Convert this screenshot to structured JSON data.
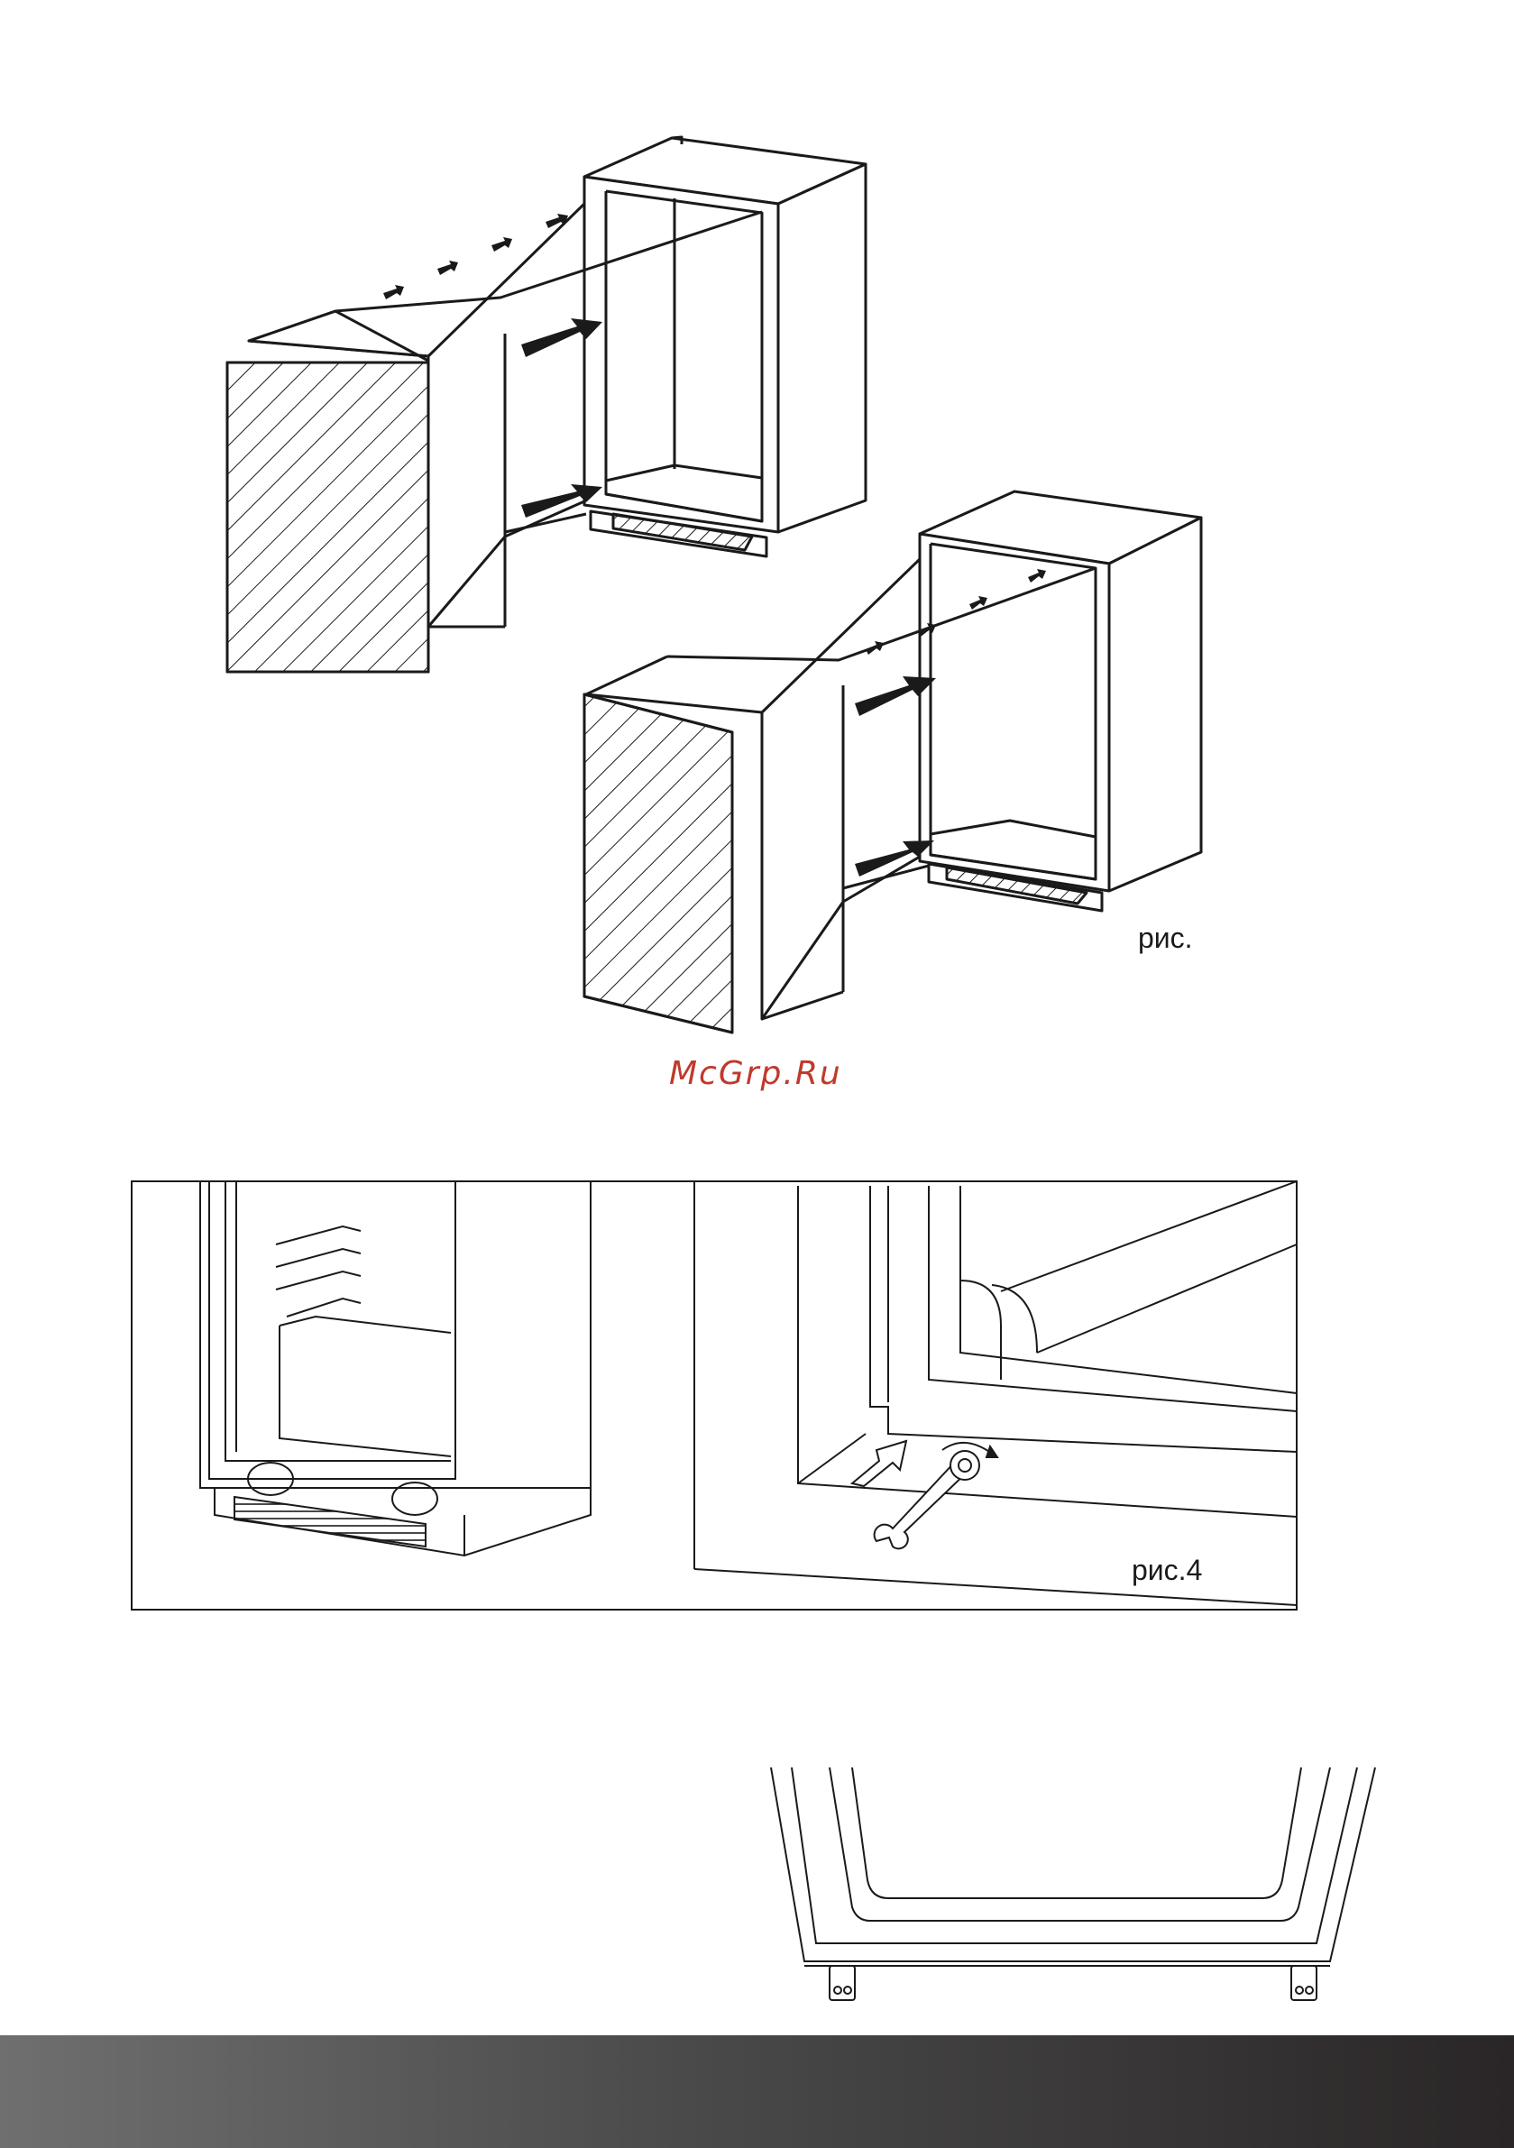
{
  "page": {
    "figure_top_label": "рис.",
    "watermark": "McGrp.Ru",
    "figure4_label": "рис.4"
  },
  "colors": {
    "line": "#1a1a1a",
    "watermark": "#c0392b",
    "footer_dark": "#2a2627",
    "footer_light": "#6f6f6f"
  },
  "icons": [
    "arrow-icon",
    "wrench-icon",
    "rotate-arrow-icon"
  ]
}
